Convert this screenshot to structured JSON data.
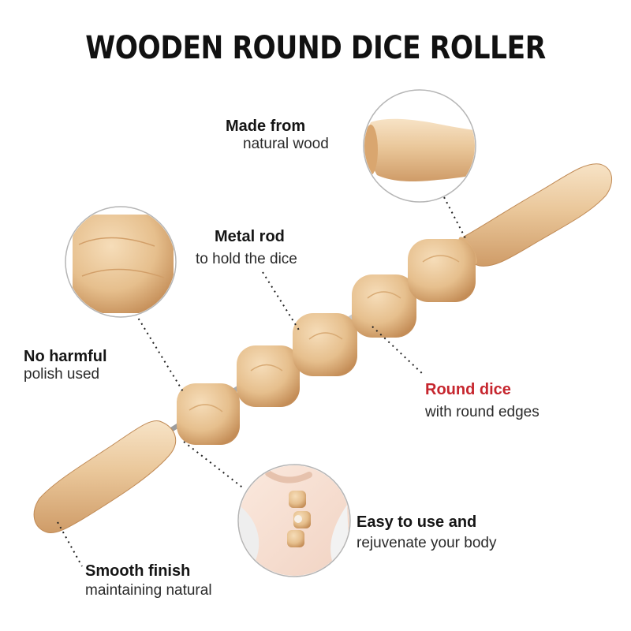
{
  "title": "WOODEN ROUND DICE ROLLER",
  "callouts": {
    "natural_wood": {
      "heading": "Made from",
      "detail": "natural wood"
    },
    "metal_rod": {
      "heading": "Metal rod",
      "detail": "to hold the dice"
    },
    "no_polish": {
      "heading": "No harmful",
      "detail": "polish used"
    },
    "round_dice": {
      "heading": "Round dice",
      "detail": "with round edges"
    },
    "easy_use": {
      "heading": "Easy to use and",
      "detail": "rejuvenate your body"
    },
    "smooth_finish": {
      "heading": "Smooth finish",
      "detail": "maintaining natural"
    }
  },
  "colors": {
    "wood_light": "#f1d7b3",
    "wood_mid": "#e4bd8c",
    "wood_dark": "#c9945f",
    "highlight_red": "#c6262e",
    "dotted_line": "#222222"
  }
}
